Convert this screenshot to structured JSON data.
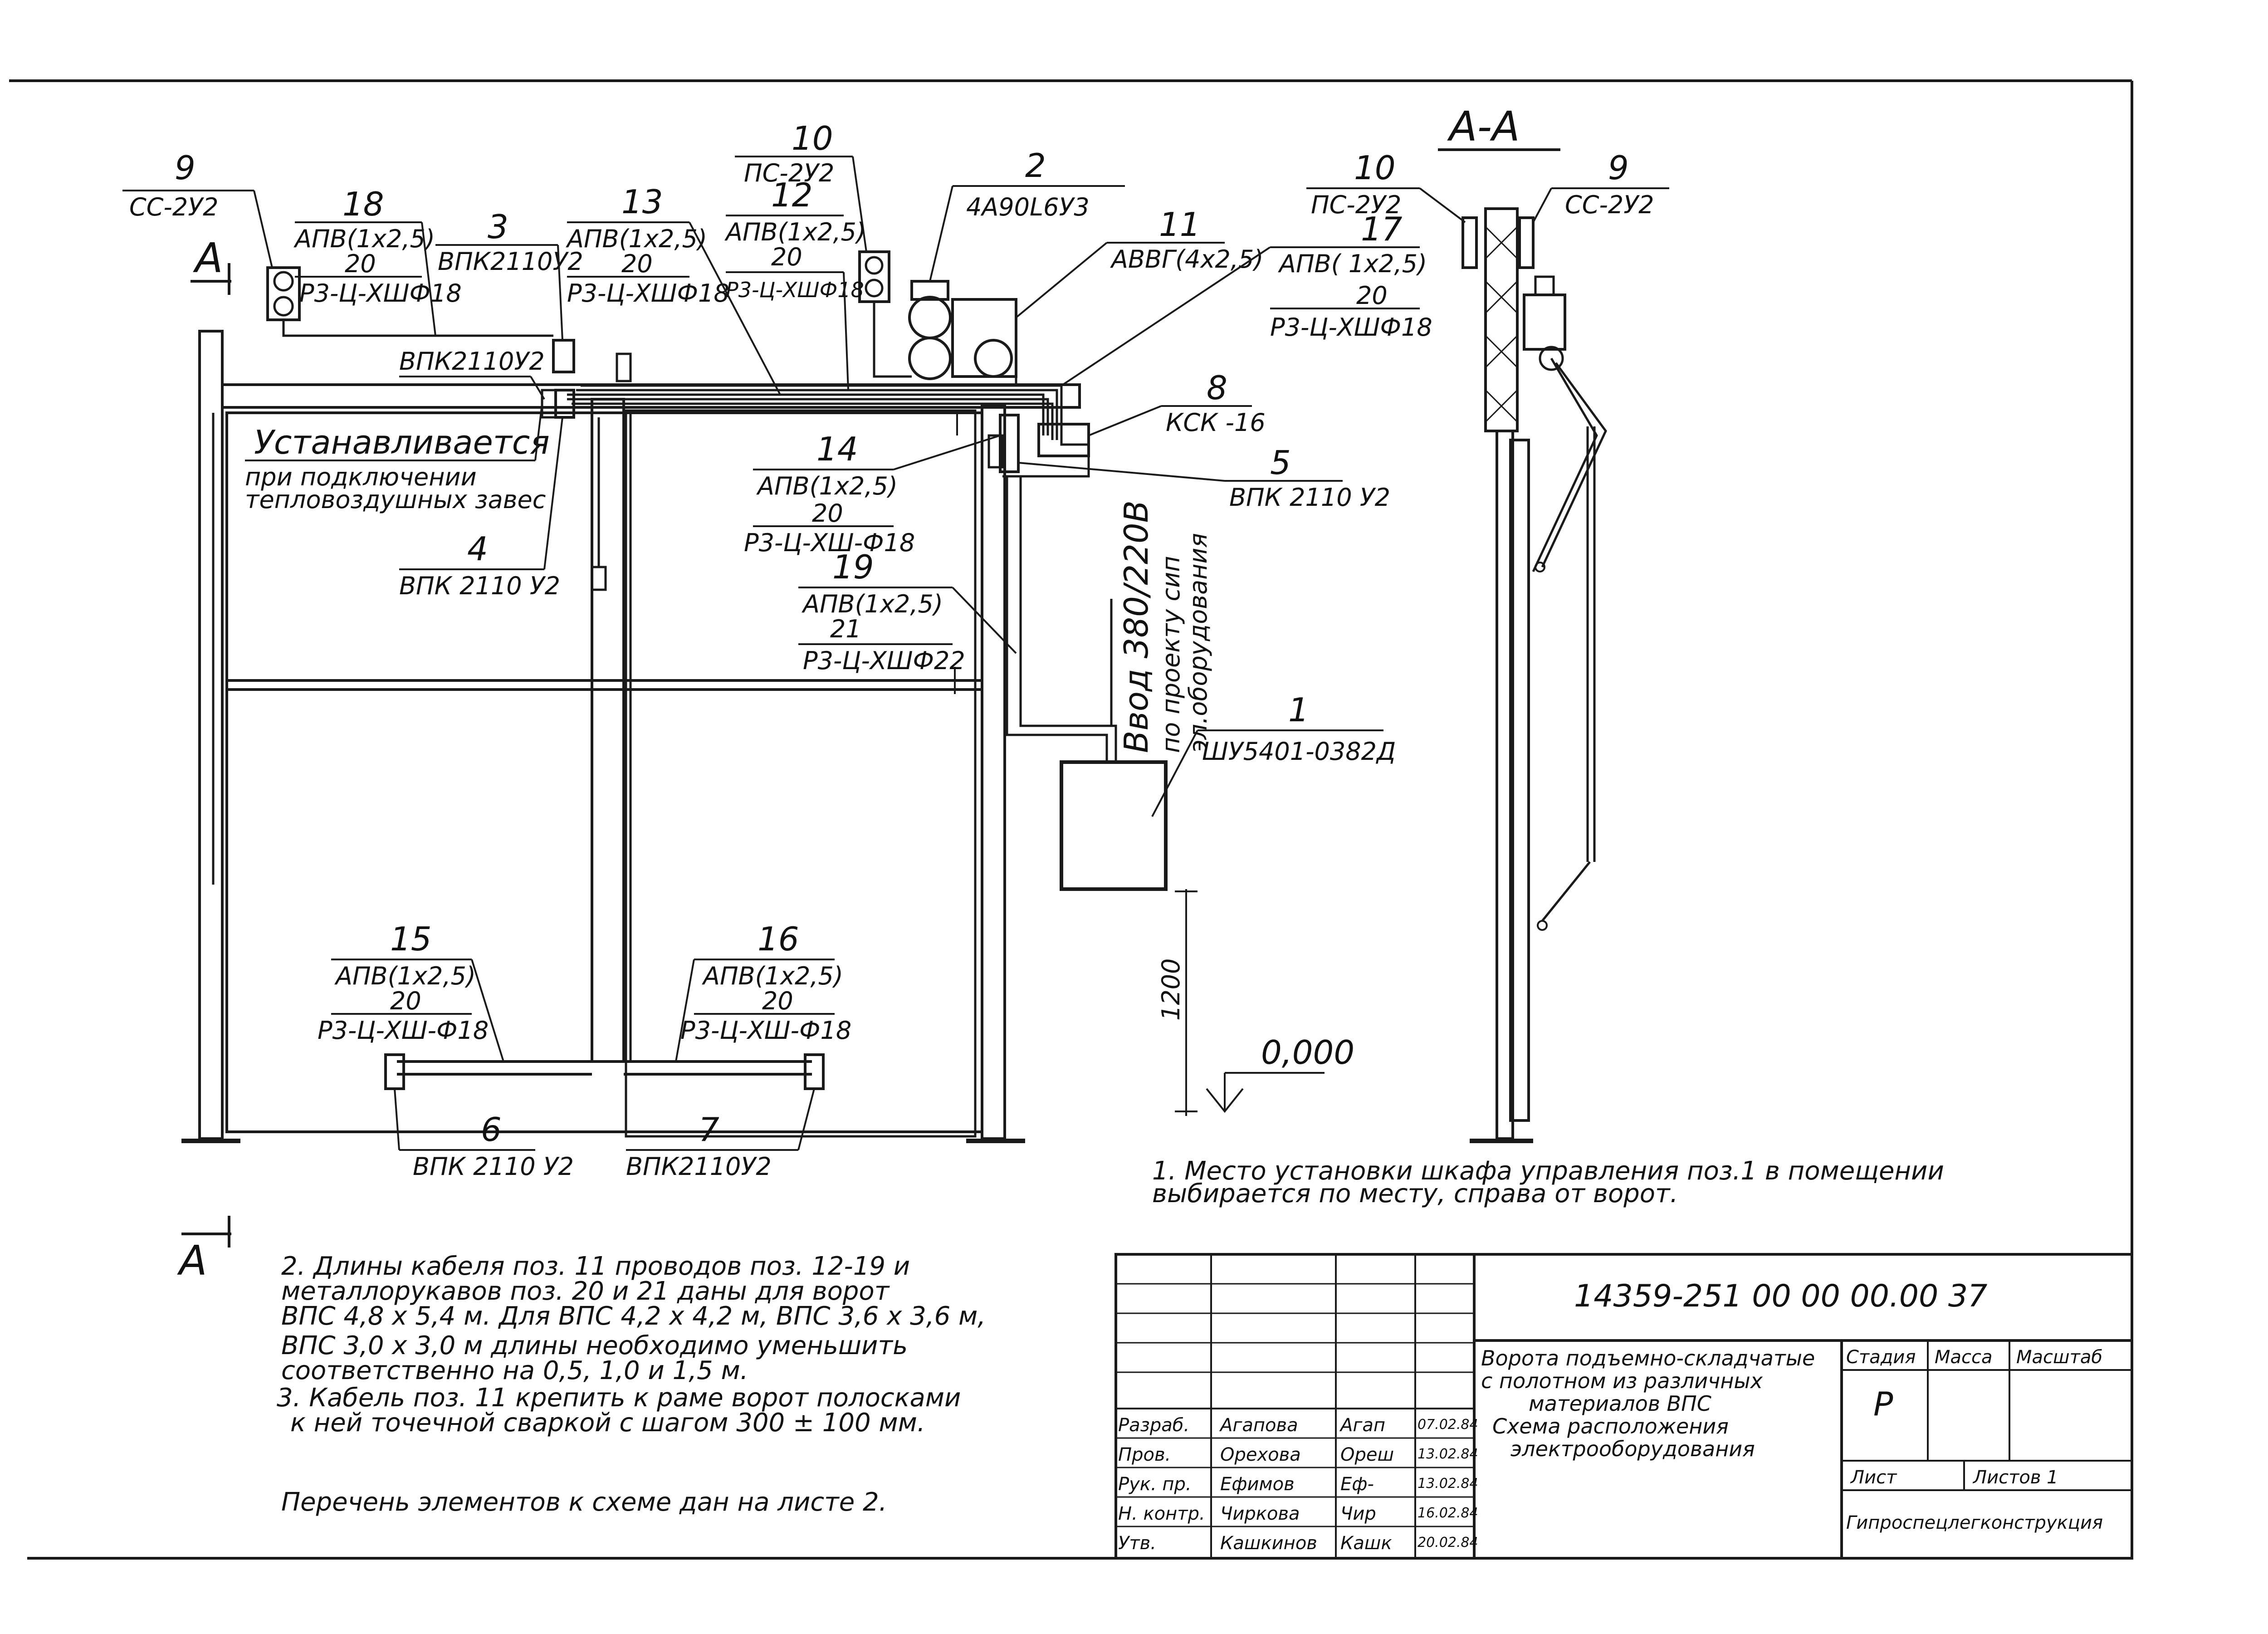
{
  "section_label": "А-А",
  "section_marks": [
    "А",
    "А"
  ],
  "callouts": {
    "c9": {
      "pos": "9",
      "type": "СС-2У2"
    },
    "c18": {
      "pos": "18",
      "wire": "АПВ(1х2,5)",
      "len": "20",
      "sleeve": "Р3-Ц-ХШФ18"
    },
    "c3": {
      "pos": "3",
      "type": "ВПК2110У2"
    },
    "c3b": {
      "type": "ВПК2110У2"
    },
    "c13": {
      "pos": "13",
      "wire": "АПВ(1х2,5)",
      "len": "20",
      "sleeve": "Р3-Ц-ХШФ18"
    },
    "c10": {
      "pos": "10",
      "type": "ПС-2У2"
    },
    "c12": {
      "pos": "12",
      "wire": "АПВ(1х2,5)",
      "len": "20",
      "sleeve": "Р3-Ц-ХШФ18"
    },
    "c2": {
      "pos": "2",
      "type": "4А90L6У3"
    },
    "c11": {
      "pos": "11",
      "type": "АВВГ(4х2,5)"
    },
    "c17": {
      "pos": "17",
      "wire": "АПВ( 1х2,5)",
      "len": "20",
      "sleeve": "Р3-Ц-ХШФ18"
    },
    "c8": {
      "pos": "8",
      "type": "КСК -16"
    },
    "c5": {
      "pos": "5",
      "type": "ВПК 2110 У2"
    },
    "c14": {
      "pos": "14",
      "wire": "АПВ(1х2,5)",
      "len": "20",
      "sleeve": "Р3-Ц-ХШ-Ф18"
    },
    "c19": {
      "pos": "19",
      "wire": "АПВ(1х2,5)",
      "len": "21",
      "sleeve": "Р3-Ц-ХШФ22"
    },
    "c4": {
      "pos": "4",
      "type": "ВПК 2110 У2"
    },
    "c1": {
      "pos": "1",
      "type": "ШУ5401-0382Д"
    },
    "c15": {
      "pos": "15",
      "wire": "АПВ(1х2,5)",
      "len": "20",
      "sleeve": "Р3-Ц-ХШ-Ф18"
    },
    "c16": {
      "pos": "16",
      "wire": "АПВ(1х2,5)",
      "len": "20",
      "sleeve": "Р3-Ц-ХШ-Ф18"
    },
    "c6": {
      "pos": "6",
      "type": "ВПК 2110 У2"
    },
    "c7": {
      "pos": "7",
      "type": "ВПК2110У2"
    },
    "c10s": {
      "pos": "10",
      "type": "ПС-2У2"
    },
    "c9s": {
      "pos": "9",
      "type": "СС-2У2"
    }
  },
  "install_note": [
    "Устанавливается",
    "при подключении",
    "тепловоздушных завес"
  ],
  "feed_note": [
    "Ввод 380/220В",
    "по проекту сип",
    "эл.оборудования"
  ],
  "dimension": "1200",
  "level_mark": "0,000",
  "notes": [
    "1. Место установки шкафа управления поз.1 в помещении",
    "выбирается по месту, справа от ворот.",
    "2. Длины кабеля поз. 11 проводов поз. 12-19 и",
    "металлорукавов поз. 20 и 21 даны для ворот",
    "ВПС 4,8 х 5,4 м. Для ВПС 4,2 х 4,2 м, ВПС 3,6 х 3,6 м,",
    "ВПС 3,0 х 3,0 м длины необходимо уменьшить",
    "соответственно на 0,5, 1,0 и 1,5 м.",
    "3. Кабель поз. 11 крепить к раме ворот полосками",
    "к ней точечной сваркой с шагом 300 ± 100 мм.",
    "Перечень элементов к схеме дан на листе 2."
  ],
  "title_block": {
    "doc_number": "14359-251 00 00 00.00 37",
    "title_lines": [
      "Ворота подъемно-складчатые",
      "с полотном из различных",
      "материалов ВПС",
      "Схема расположения",
      "электрооборудования"
    ],
    "stage_label": "Стадия",
    "mass_label": "Масса",
    "scale_label": "Масштаб",
    "stage_value": "Р",
    "sheet_label": "Лист",
    "sheets_label": "Листов 1",
    "org": "Гипроспецлегконструкция",
    "roles": [
      "Разраб.",
      "Пров.",
      "Рук. пр.",
      "Н. контр.",
      "Утв."
    ],
    "names": [
      "Агапова",
      "Орехова",
      "Ефимов",
      "Чиркова",
      "Кашкинов"
    ],
    "signs": [
      "Агап",
      "Ореш",
      "Еф-",
      "Чир",
      "Кашк"
    ],
    "dates": [
      "07.02.84",
      "13.02.84",
      "13.02.84",
      "16.02.84",
      "20.02.84"
    ]
  }
}
